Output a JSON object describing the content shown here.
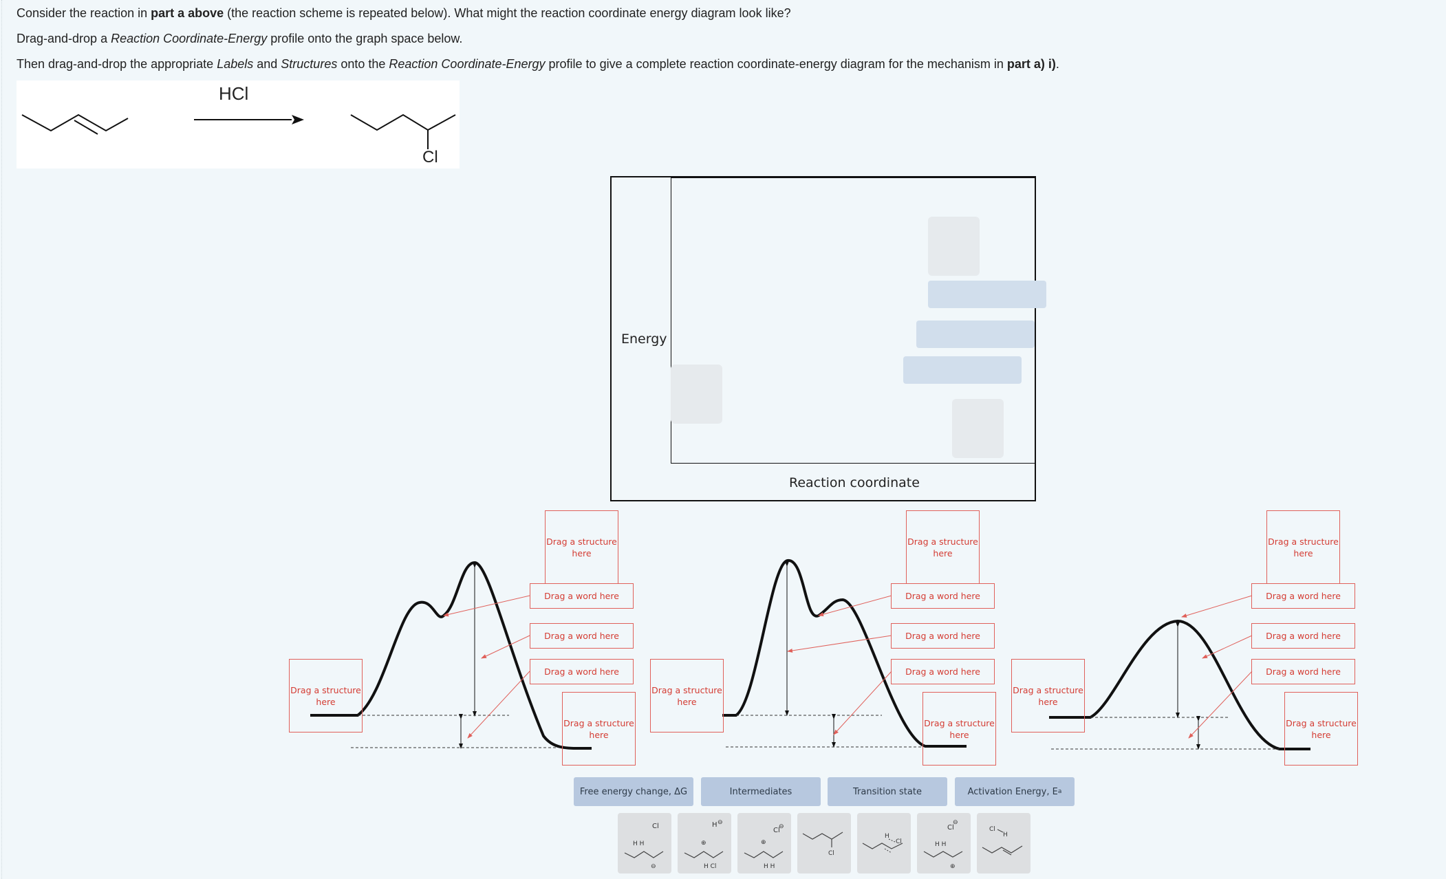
{
  "instructions": {
    "line1": {
      "pre": "Consider the reaction in ",
      "bold": "part a above",
      "post": " (the reaction scheme is repeated below). What might the reaction coordinate energy diagram look like?"
    },
    "line2": {
      "pre": "Drag-and-drop a ",
      "italic": "Reaction Coordinate-Energy",
      "post": " profile onto the graph space below."
    },
    "line3": {
      "pre": "Then drag-and-drop the appropriate ",
      "italic1": "Labels",
      "mid1": " and ",
      "italic2": "Structures",
      "mid2": " onto the ",
      "italic3": "Reaction Coordinate-Energy",
      "mid3": " profile to give a complete reaction coordinate-energy diagram for the mechanism in ",
      "bold": "part a) i)",
      "post": "."
    }
  },
  "scheme": {
    "reagent": "HCl",
    "product_substituent": "Cl"
  },
  "graph": {
    "y_axis_label": "Energy",
    "x_axis_label": "Reaction coordinate"
  },
  "drop_zones": {
    "structure": "Drag a structure here",
    "word": "Drag a word here"
  },
  "profiles": [
    {
      "name": "two-step profile A"
    },
    {
      "name": "two-step profile B"
    },
    {
      "name": "one-step profile"
    }
  ],
  "labels": [
    {
      "text": "Free energy change, ΔG"
    },
    {
      "text": "Intermediates"
    },
    {
      "text": "Transition state"
    },
    {
      "text": "Activation Energy, E",
      "sub": "a"
    }
  ],
  "structure_tiles": [
    {
      "name": "chloride-cation-carbocation-tile",
      "texts": [
        "Cl",
        "H H"
      ]
    },
    {
      "name": "protonated-cation-tile",
      "texts": [
        "H",
        "H Cl"
      ]
    },
    {
      "name": "chloride-cation-tile-2",
      "texts": [
        "Cl",
        "H H"
      ]
    },
    {
      "name": "chloroalkane-product-tile",
      "texts": [
        "Cl"
      ]
    },
    {
      "name": "transition-state-tile",
      "texts": [
        "H",
        "Cl"
      ]
    },
    {
      "name": "chloride-carbocation-tile",
      "texts": [
        "Cl",
        "H H"
      ]
    },
    {
      "name": "hcl-alkene-tile",
      "texts": [
        "Cl",
        "H"
      ]
    }
  ],
  "colors": {
    "background": "#f1f7fa",
    "drop_zone_border": "#e0605a",
    "drop_zone_text": "#d43c33",
    "label_chip": "#b7c8df",
    "structure_tile": "#dddfe1"
  }
}
